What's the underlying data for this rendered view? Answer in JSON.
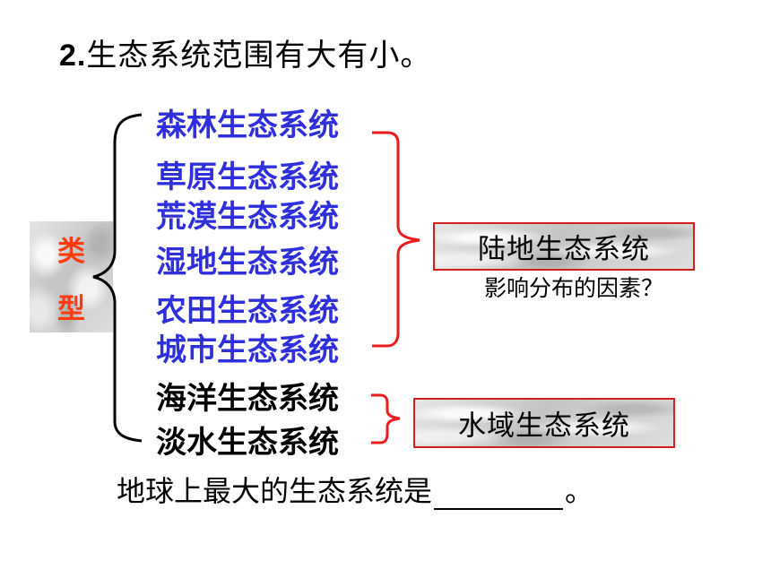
{
  "heading": {
    "number": "2.",
    "text": "生态系统范围有大有小。"
  },
  "type_label": {
    "char1": "类",
    "char2": "型"
  },
  "ecosystems": {
    "forest": "森林生态系统",
    "grassland": "草原生态系统",
    "desert": "荒漠生态系统",
    "wetland": "湿地生态系统",
    "farmland": "农田生态系统",
    "city": "城市生态系统",
    "ocean": "海洋生态系统",
    "freshwater": "淡水生态系统"
  },
  "groups": {
    "land": "陆地生态系统",
    "water": "水域生态系统"
  },
  "factor_question": "影响分布的因素？",
  "question": {
    "before": "地球上最大的生态系统是",
    "after": "。"
  },
  "colors": {
    "blue_text": "#2f2fdc",
    "red_accent": "#d21f1f",
    "orange_red": "#ff3b10"
  }
}
